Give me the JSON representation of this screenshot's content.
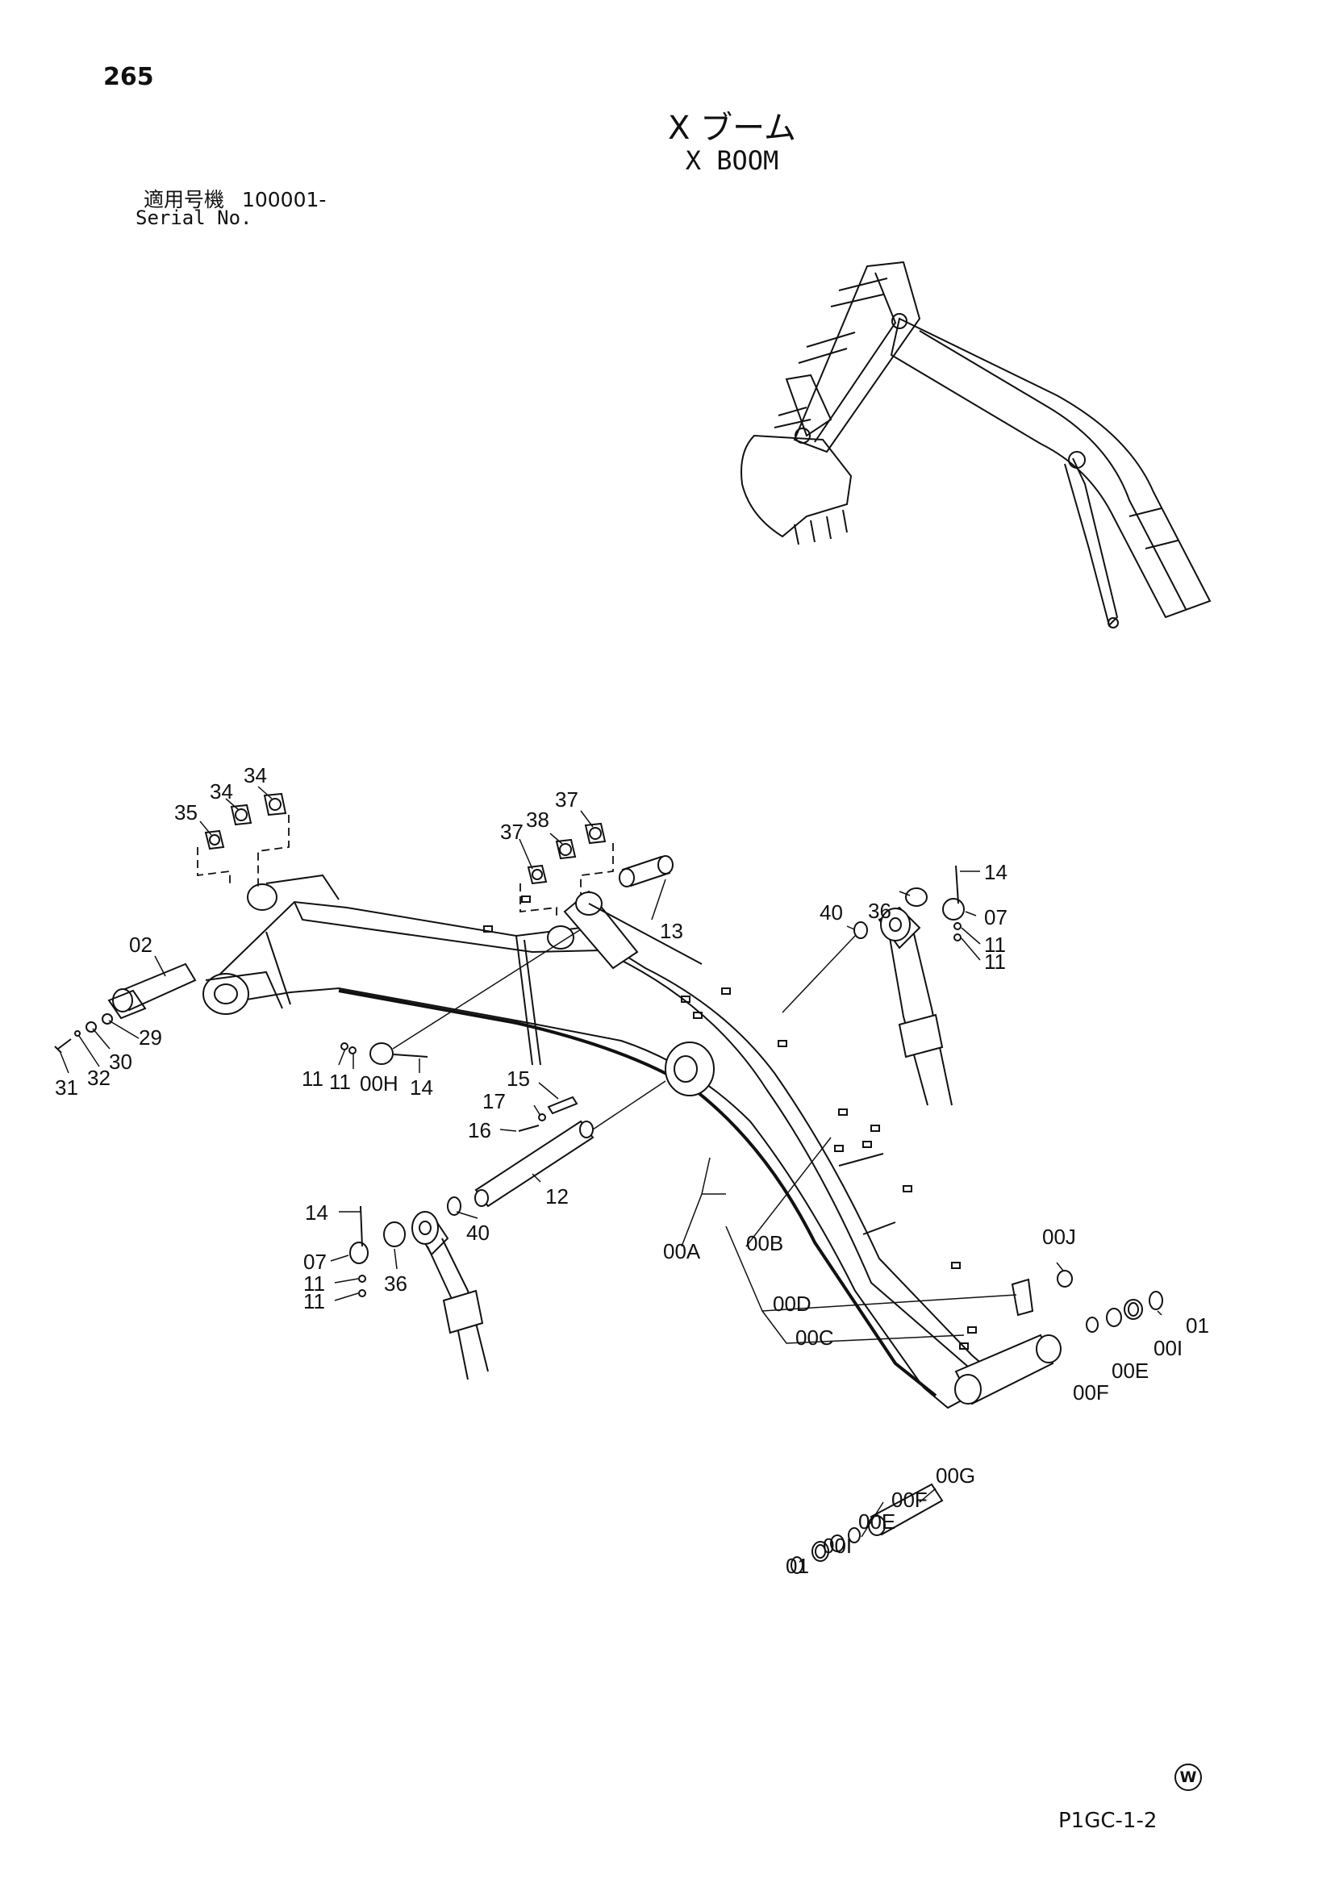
{
  "header": {
    "page_number": "265",
    "title_jp": "X ブーム",
    "title_en": "X BOOM",
    "serial_label_jp": "適用号機",
    "serial_value": "100001-",
    "serial_label_en": "Serial No."
  },
  "footer": {
    "doc_code": "P1GC-1-2",
    "mark": "W"
  },
  "callouts": {
    "c02": "02",
    "c29": "29",
    "c30": "30",
    "c31": "31",
    "c32": "32",
    "c35": "35",
    "c34a": "34",
    "c34b": "34",
    "c37a": "37",
    "c38": "38",
    "c37b": "37",
    "c13": "13",
    "c14a": "14",
    "c07a": "07",
    "c11a": "11",
    "c11b": "11",
    "c36a": "36",
    "c40a": "40",
    "c11c": "11",
    "c11d": "11",
    "c00H": "00H",
    "c14b": "14",
    "c15": "15",
    "c17": "17",
    "c16": "16",
    "c12": "12",
    "c14c": "14",
    "c07b": "07",
    "c11e": "11",
    "c11f": "11",
    "c36b": "36",
    "c40b": "40",
    "c00A": "00A",
    "c00B": "00B",
    "c00D": "00D",
    "c00C": "00C",
    "c00J": "00J",
    "c01a": "01",
    "c00Ia": "00I",
    "c00Ea": "00E",
    "c00Fa": "00F",
    "c00G": "00G",
    "c00Fb": "00F",
    "c00Eb": "00E",
    "c00Ib": "00I",
    "c01b": "01"
  }
}
